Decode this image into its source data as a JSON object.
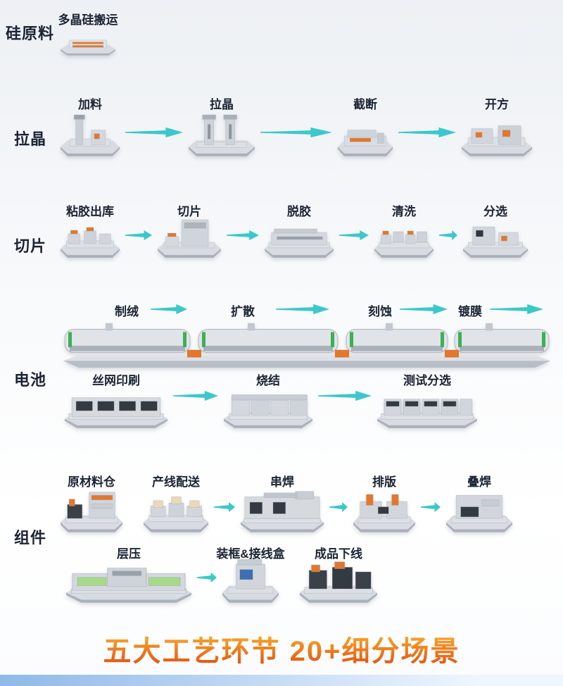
{
  "title": "五大工艺环节  20+细分场景",
  "sections": [
    {
      "label": "硅原料",
      "rows": [
        {
          "steps": [
            {
              "label": "多晶硅搬运",
              "icon": "polysilicon-pallet-machine"
            }
          ]
        }
      ]
    },
    {
      "label": "拉晶",
      "rows": [
        {
          "steps": [
            {
              "label": "加料",
              "icon": "feeder-machine"
            },
            {
              "label": "拉晶",
              "icon": "crystal-puller-machine"
            },
            {
              "label": "截断",
              "icon": "cutting-machine"
            },
            {
              "label": "开方",
              "icon": "squaring-machine"
            }
          ]
        }
      ]
    },
    {
      "label": "切片",
      "rows": [
        {
          "steps": [
            {
              "label": "粘胶出库",
              "icon": "glue-outbound-carts"
            },
            {
              "label": "切片",
              "icon": "slicing-machine"
            },
            {
              "label": "脱胶",
              "icon": "degumming-machine"
            },
            {
              "label": "清洗",
              "icon": "cleaning-machine"
            },
            {
              "label": "分选",
              "icon": "wafer-sorting-machine"
            }
          ]
        }
      ]
    },
    {
      "label": "电池",
      "rows": [
        {
          "furnace_line": true,
          "steps": [
            {
              "label": "制绒",
              "icon": "texturing-furnace"
            },
            {
              "label": "扩散",
              "icon": "diffusion-furnace"
            },
            {
              "label": "刻蚀",
              "icon": "etching-furnace"
            },
            {
              "label": "镀膜",
              "icon": "coating-furnace"
            }
          ]
        },
        {
          "steps": [
            {
              "label": "丝网印刷",
              "icon": "screen-printing-machine"
            },
            {
              "label": "烧结",
              "icon": "sintering-machine"
            },
            {
              "label": "测试分选",
              "icon": "test-sorting-machine"
            }
          ]
        }
      ]
    },
    {
      "label": "组件",
      "rows": [
        {
          "steps": [
            {
              "label": "原材料仓",
              "icon": "raw-material-warehouse"
            },
            {
              "label": "产线配送",
              "icon": "line-delivery-carts"
            },
            {
              "label": "串焊",
              "icon": "string-welding-machine"
            },
            {
              "label": "排版",
              "icon": "layup-robot-machine"
            },
            {
              "label": "叠焊",
              "icon": "stack-welding-machine"
            }
          ]
        },
        {
          "steps": [
            {
              "label": "层压",
              "icon": "lamination-machine"
            },
            {
              "label": "装框&接线盒",
              "icon": "framing-junction-box-machine"
            },
            {
              "label": "成品下线",
              "icon": "finished-product-offline"
            }
          ]
        }
      ]
    }
  ],
  "colors": {
    "arrow": "#3bc8ca",
    "title_top": "#f9a92c",
    "title_bottom": "#e55a12",
    "label": "#1b2433",
    "footer_left": "#8fb9e8",
    "footer_right": "#eff6fd"
  }
}
